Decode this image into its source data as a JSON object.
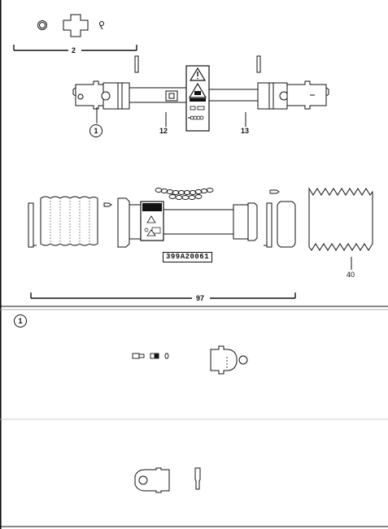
{
  "callouts": {
    "top_bracket": "2",
    "detail_ref": "1",
    "part_12": "12",
    "part_13": "13",
    "bottom_bracket": "97",
    "part_40": "40",
    "serial_code": "399A20061"
  },
  "detail_section": {
    "ref": "1"
  },
  "icons": {
    "warning_sign": "warning-triangle",
    "tractor_sign": "tractor-warning",
    "chain": "chain-link"
  }
}
